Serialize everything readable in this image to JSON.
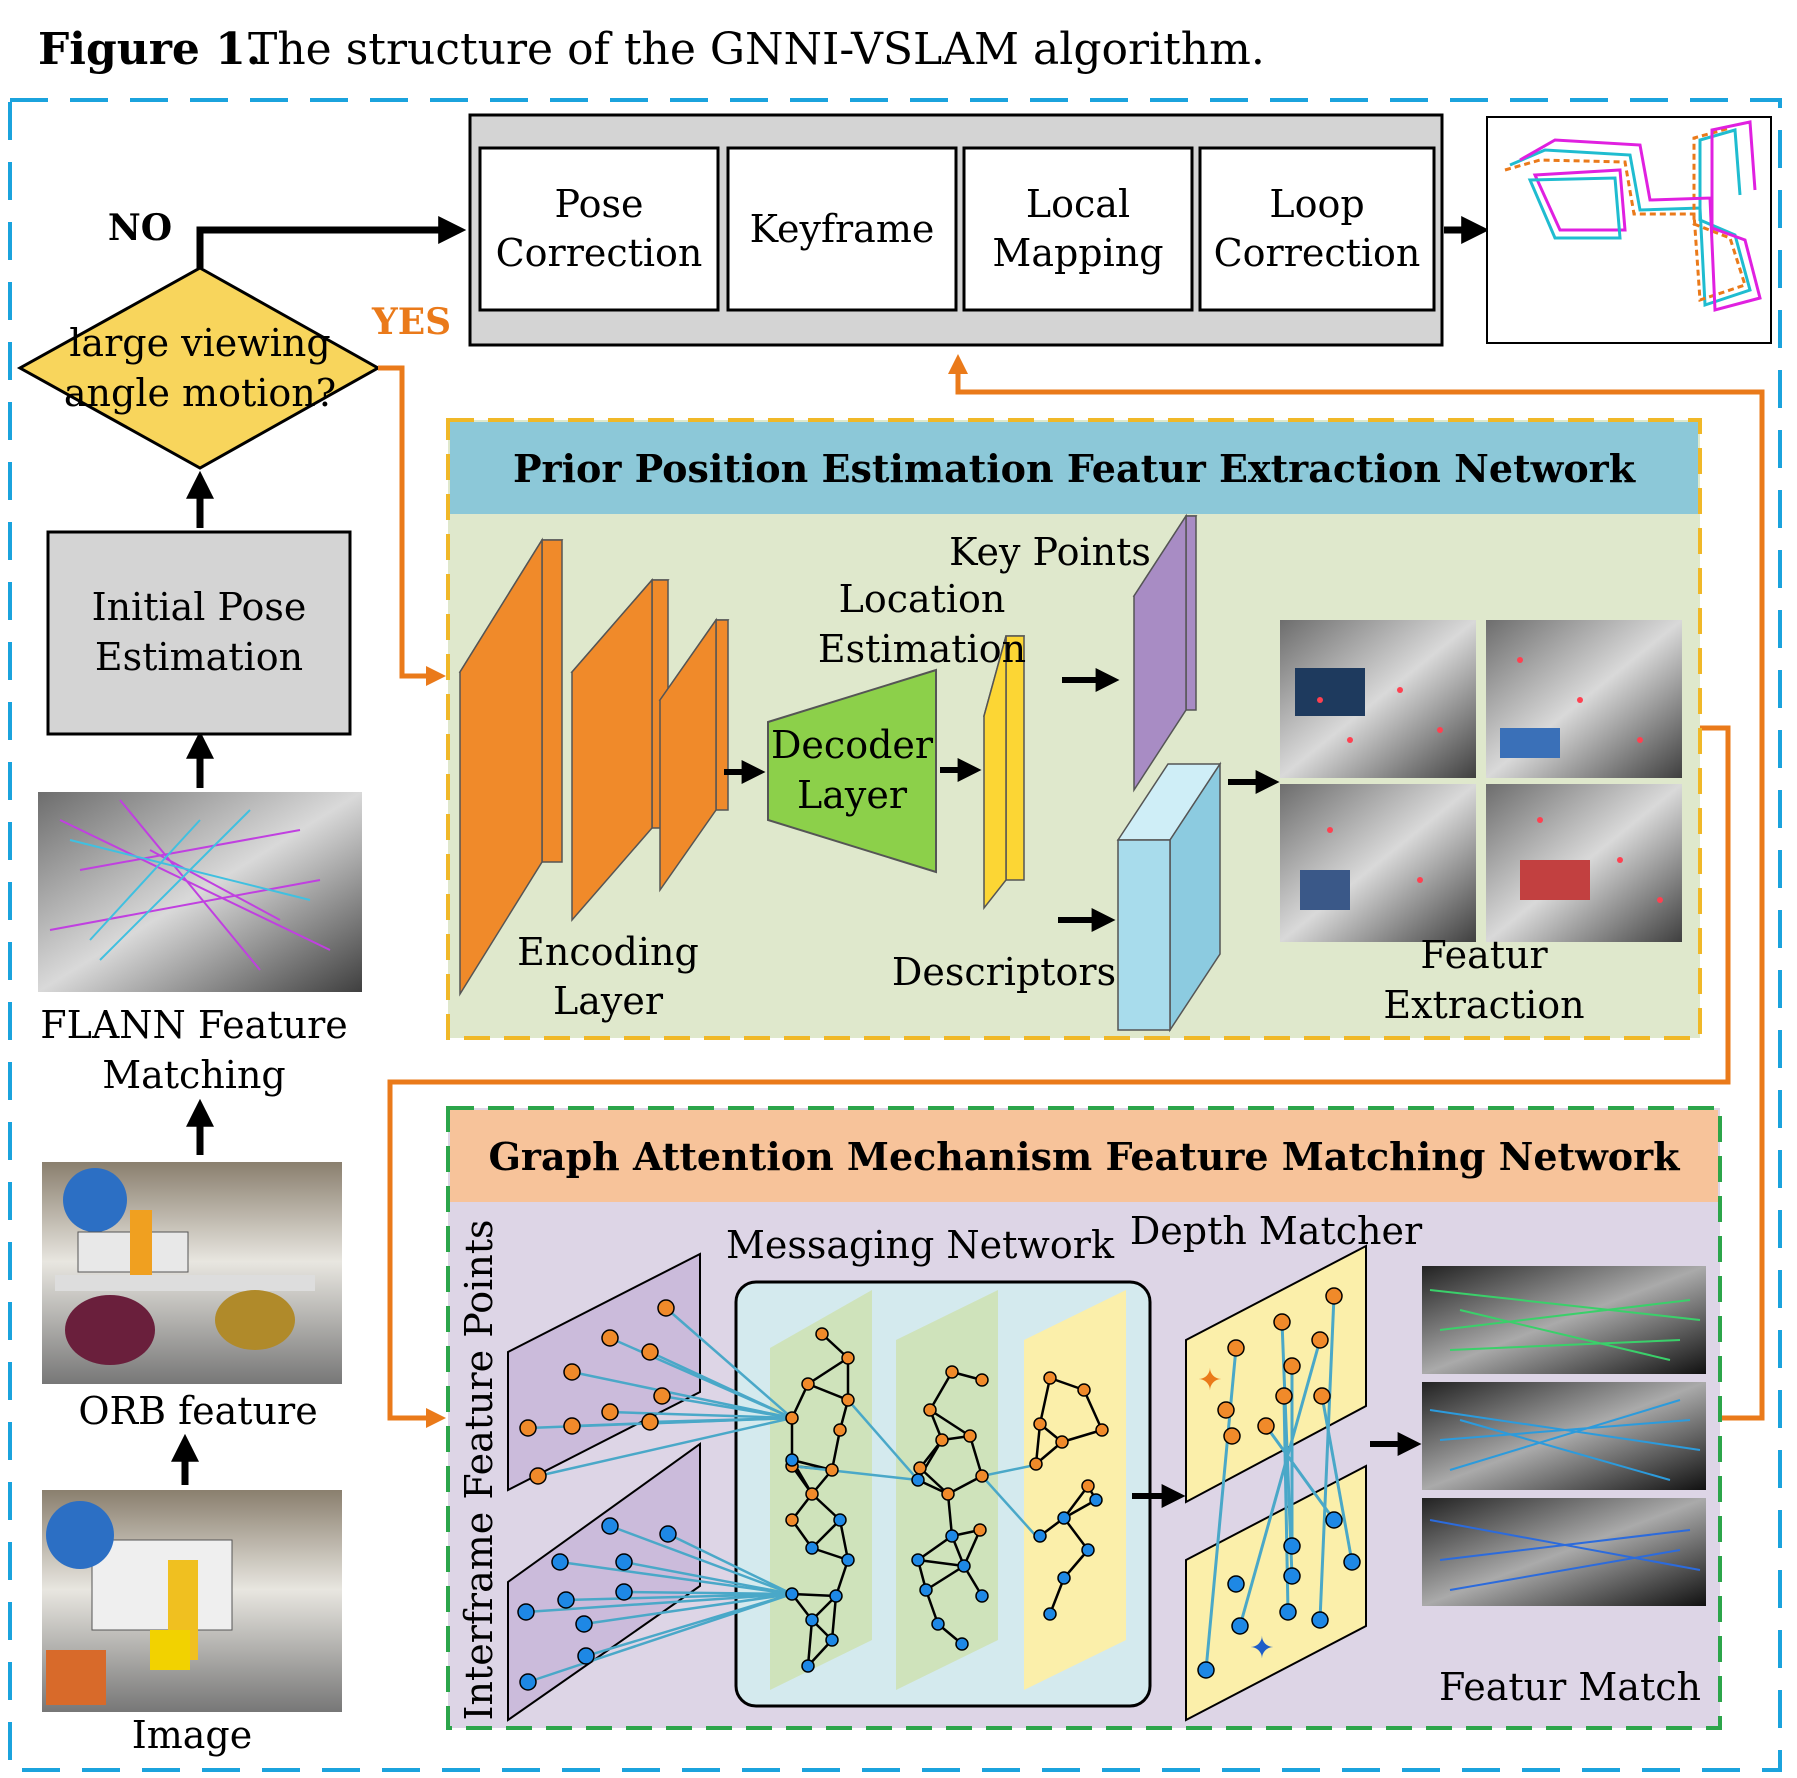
{
  "figure": {
    "label": "Figure 1.",
    "caption": "The structure of the GNNI-VSLAM algorithm."
  },
  "colors": {
    "outer_border": "#1ba3dd",
    "orange_flow": "#ea7a1a",
    "decision_fill": "#f8d55c",
    "gray_box": "#d4d4d4",
    "prior_header": "#8cc8d8",
    "prior_body": "#dfe8cc",
    "prior_border": "#f0b828",
    "gat_header": "#f7c39a",
    "gat_body": "#ddd5e6",
    "gat_border": "#2ca54a",
    "encoder": "#f08a2a",
    "decoder": "#8cd04a",
    "location": "#fcd634",
    "keypoints": "#a88cc4",
    "descriptors": "#a8dcec",
    "node_orange": "#f08a2a",
    "node_blue": "#1e88e5",
    "edge_teal": "#4aa8c8"
  },
  "left_column": {
    "decision": {
      "line1": "large viewing",
      "line2": "angle motion?"
    },
    "no_label": "NO",
    "yes_label": "YES",
    "initial_pose": {
      "line1": "Initial Pose",
      "line2": "Estimation"
    },
    "flann": {
      "line1": "FLANN Feature",
      "line2": "Matching"
    },
    "orb": "ORB feature",
    "image": "Image"
  },
  "pipeline": [
    {
      "line1": "Pose",
      "line2": "Correction"
    },
    {
      "line1": "Keyframe",
      "line2": ""
    },
    {
      "line1": "Local",
      "line2": "Mapping"
    },
    {
      "line1": "Loop",
      "line2": "Correction"
    }
  ],
  "prior_network": {
    "title": "Prior Position Estimation Featur Extraction Network",
    "encoding": {
      "line1": "Encoding",
      "line2": "Layer"
    },
    "decoder": {
      "line1": "Decoder",
      "line2": "Layer"
    },
    "location": {
      "line1": "Location",
      "line2": "Estimation"
    },
    "keypoints": "Key Points",
    "descriptors": "Descriptors",
    "extraction": {
      "line1": "Featur",
      "line2": "Extraction"
    }
  },
  "gat_network": {
    "title": "Graph Attention Mechanism Feature Matching Network",
    "interframe": "Interframe Feature Points",
    "messaging": "Messaging Network",
    "depth": "Depth Matcher",
    "match": "Featur Match"
  }
}
